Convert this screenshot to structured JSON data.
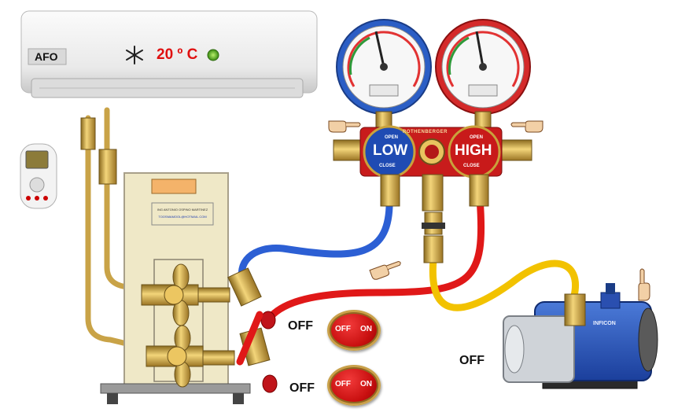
{
  "indoor_unit": {
    "brand": "AFO",
    "temperature": "20 º C"
  },
  "outdoor_unit": {
    "plate_line1": "ING ANTONIO OSPINO MARTINEZ",
    "plate_line2": "TOOSMAMOOL@HOTMAIL.COM"
  },
  "manifold": {
    "brand": "ROTHENBERGER",
    "low_label": "LOW",
    "high_label": "HIGH",
    "open_label": "OPEN",
    "close_label": "CLOSE"
  },
  "valves": [
    {
      "status": "OFF",
      "off_label": "OFF",
      "on_label": "ON"
    },
    {
      "status": "OFF",
      "off_label": "OFF",
      "on_label": "ON"
    }
  ],
  "vacuum_pump": {
    "status": "OFF",
    "brand": "INFICON"
  },
  "colors": {
    "low_hose": "#2c5fd4",
    "high_hose": "#e01818",
    "service_hose": "#f2c200",
    "brass": "#c9a23c"
  }
}
